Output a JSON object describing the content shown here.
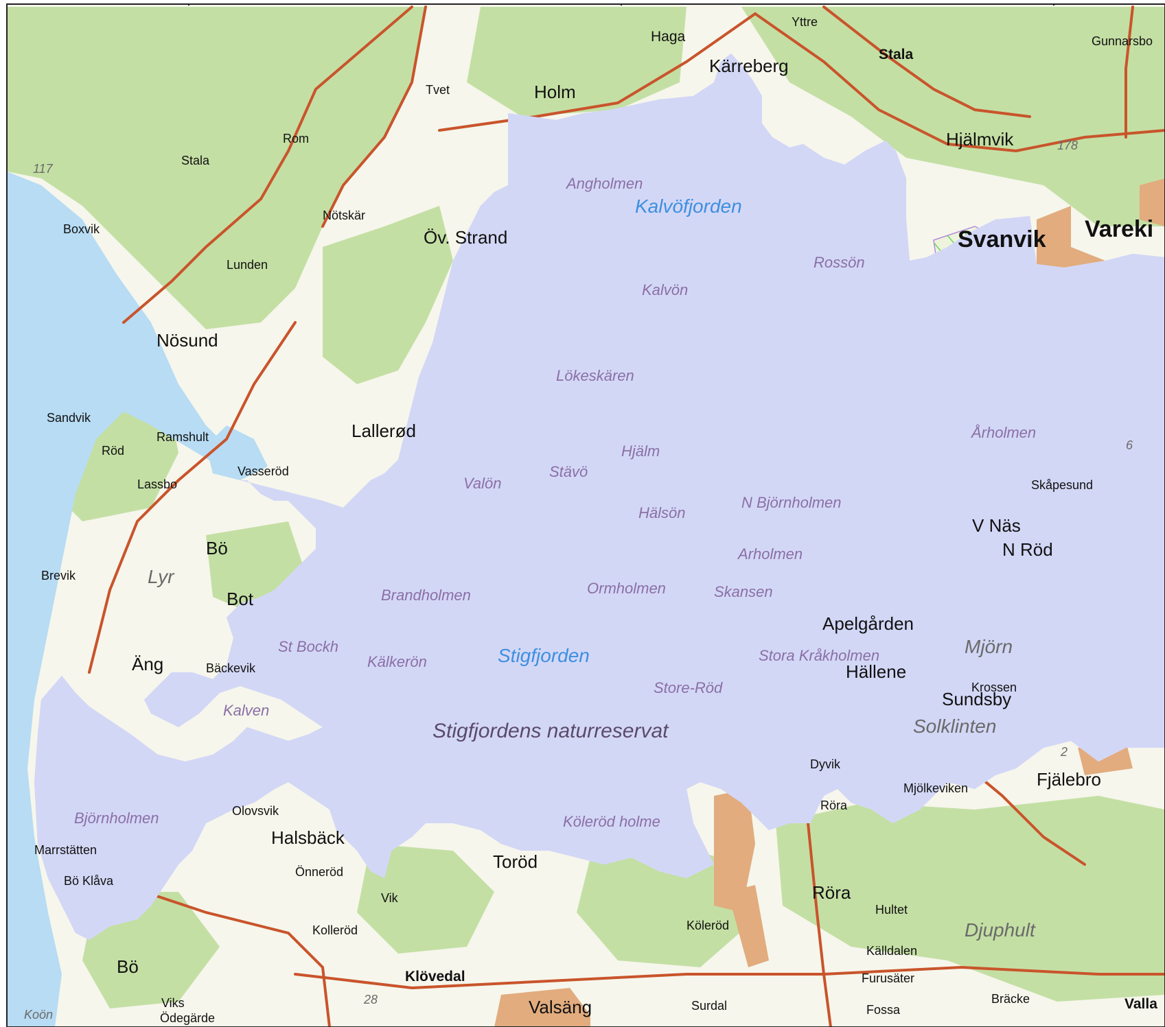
{
  "map": {
    "reserve_name": "Stigfjordens naturreservat",
    "colors": {
      "land": "#f6f6ec",
      "forest": "#c4dfa4",
      "water": "#b7dcf4",
      "reserve_fill": "#d3d7f6",
      "reserve_border": "#1f5fc8",
      "hatch_purple": "#9d4ee0",
      "hatch_green": "#3fd43a",
      "road": "#c9542b",
      "urban": "#e2ac7e"
    },
    "water_labels": [
      "Kalvöfjorden",
      "Stigfjorden"
    ],
    "island_labels": [
      "Angholmen",
      "Rossön",
      "Kalvön",
      "Lökeskären",
      "Valön",
      "Stävö",
      "Hjälm",
      "Hälsön",
      "N Björnholmen",
      "Årholmen",
      "Arholmen",
      "Ormholmen",
      "Skansen",
      "Brandholmen",
      "Kälkerön",
      "Store-Röd",
      "Stora Kråkholmen",
      "Köleröd holme",
      "Björnholmen",
      "Kalven",
      "St Bockh"
    ],
    "place_labels": [
      "Yttre",
      "Haga",
      "Kärreberg",
      "Stala",
      "Gunnarsbo",
      "Tvet",
      "Holm",
      "Hjälmvik",
      "Rom",
      "Stala",
      "Nötskär",
      "Öv. Strand",
      "Boxvik",
      "Lunden",
      "Nösund",
      "Sandvik",
      "Ramshult",
      "Röd",
      "Lallerød",
      "Vasseröd",
      "Lassbo",
      "Bö",
      "Brevik",
      "Bot",
      "Äng",
      "Bäckevik",
      "Svanvik",
      "Vareki",
      "Skåpesund",
      "V Näs",
      "N Röd",
      "Apelgården",
      "Hällene",
      "Krossen",
      "Sundsby",
      "Dyvik",
      "Mjölkeviken",
      "Fjälebro",
      "Röra",
      "Olovsvik",
      "Halsbäck",
      "Önneröd",
      "Toröd",
      "Vik",
      "Marrstätten",
      "Bö Klåva",
      "Kolleröd",
      "Bö",
      "Klövedal",
      "Köleröd",
      "Röra",
      "Hultet",
      "Källdalen",
      "Furusäter",
      "Fossa",
      "Valsäng",
      "Surdal",
      "Bräcke",
      "Valla",
      "Viks Ödegärde",
      "Koön"
    ],
    "region_labels": [
      "Lyr",
      "Mjörn",
      "Solklinten",
      "Djuphult"
    ],
    "numbers": [
      "117",
      "178",
      "6",
      "2",
      "28"
    ]
  }
}
